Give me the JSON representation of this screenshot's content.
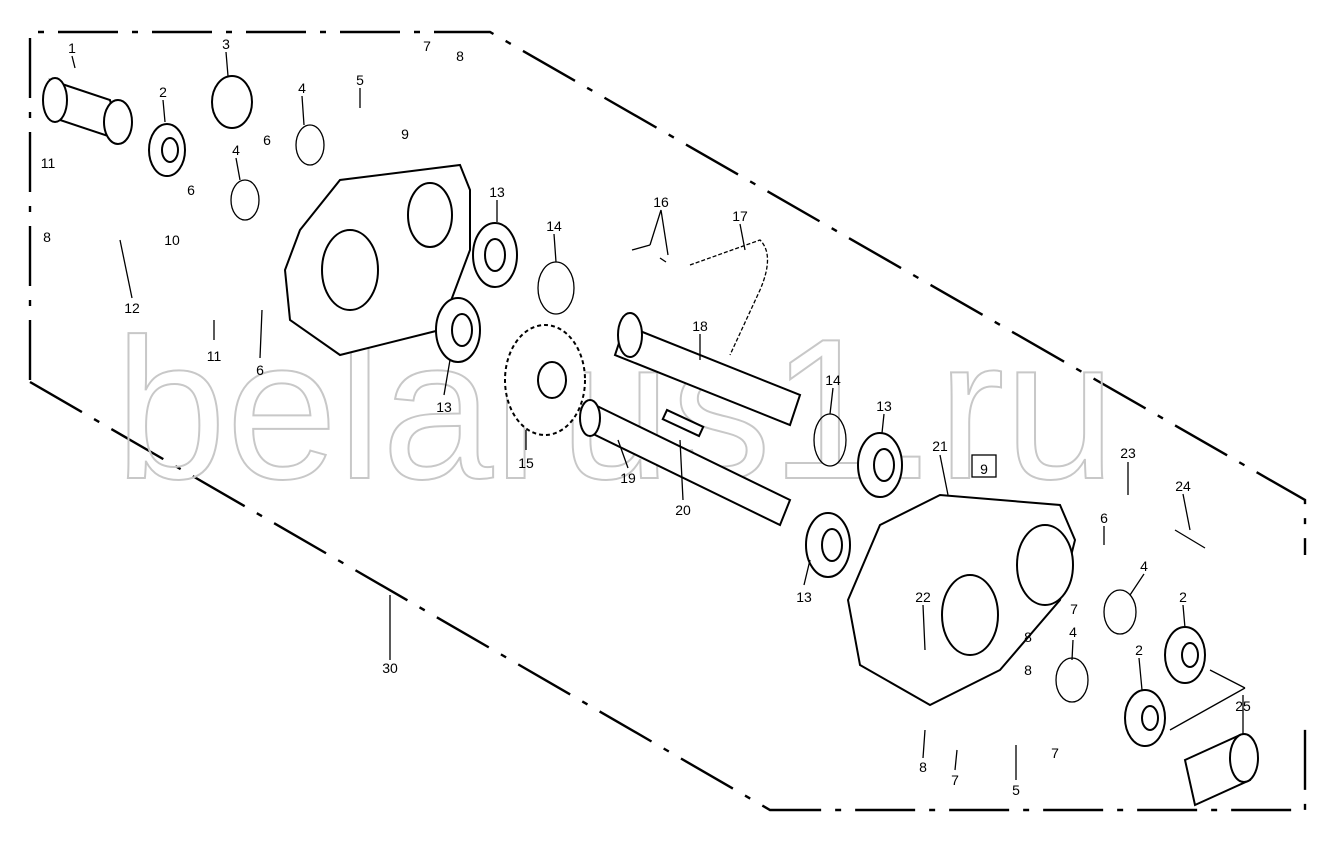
{
  "watermark": "belarus1.ru",
  "labels": [
    "1",
    "2",
    "3",
    "4",
    "5",
    "7",
    "8",
    "9",
    "6",
    "11",
    "4",
    "6",
    "13",
    "14",
    "16",
    "17",
    "8",
    "10",
    "12",
    "11",
    "6",
    "13",
    "15",
    "18",
    "14",
    "13",
    "19",
    "20",
    "21",
    "9",
    "23",
    "24",
    "6",
    "4",
    "2",
    "22",
    "7",
    "8",
    "4",
    "2",
    "8",
    "13",
    "30",
    "25",
    "7",
    "8",
    "7",
    "5"
  ]
}
